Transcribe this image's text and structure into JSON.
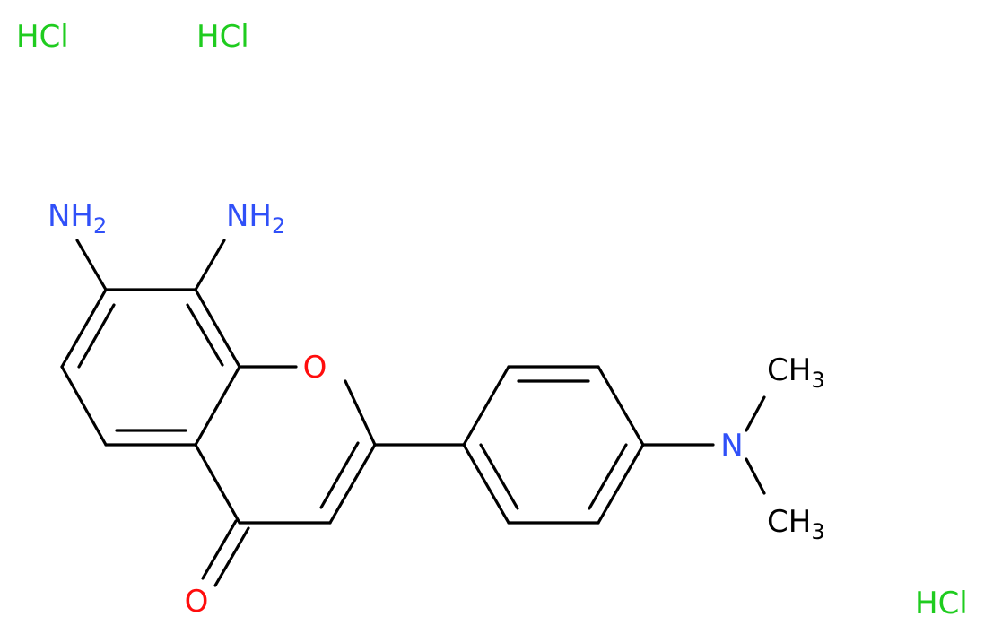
{
  "colors": {
    "carbon_bond": "#000000",
    "nitrogen": "#3050F8",
    "oxygen": "#FF0D0D",
    "chlorine": "#1FCC1F"
  },
  "labels": {
    "hcl_1": "HCl",
    "hcl_2": "HCl",
    "hcl_3": "HCl",
    "nh2_left": {
      "main": "NH",
      "sub": "2"
    },
    "nh2_right": {
      "main": "NH",
      "sub": "2"
    },
    "ring_oxygen": "O",
    "carbonyl_oxygen": "O",
    "amine_nitrogen": "N",
    "methyl_top": {
      "main": "CH",
      "sub": "3"
    },
    "methyl_bottom": {
      "main": "CH",
      "sub": "3"
    }
  }
}
